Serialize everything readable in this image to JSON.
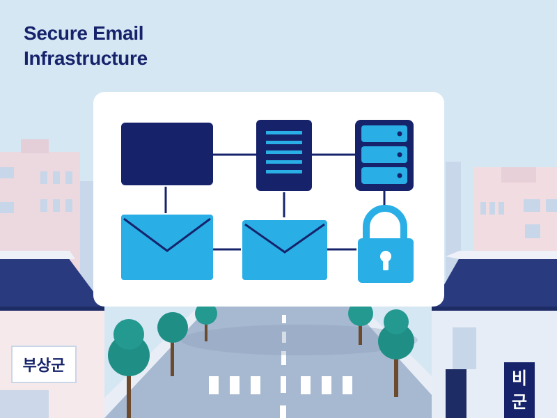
{
  "title": {
    "line1": "Secure Email",
    "line2": "Infrastructure"
  },
  "signs": {
    "left": "부상군",
    "right_chars": [
      "비",
      "군"
    ]
  },
  "colors": {
    "navy": "#16236b",
    "accent_blue": "#29aee6",
    "sky": "#d4e6f3",
    "card": "#ffffff",
    "tree": "#1f8f86"
  },
  "icons": [
    "monitor-icon",
    "document-icon",
    "server-icon",
    "envelope-icon",
    "envelope-icon",
    "padlock-icon"
  ]
}
